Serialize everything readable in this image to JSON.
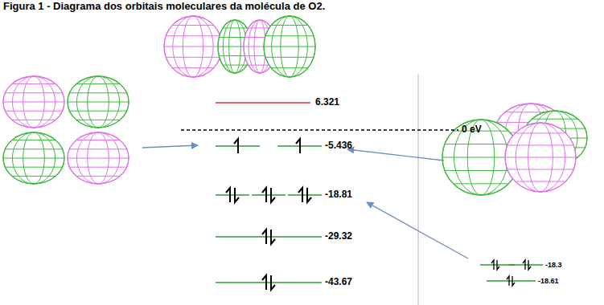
{
  "diagram": {
    "title": "Figura 1 - Diagrama dos orbitais moleculares da molécula de O2.",
    "labels": [
      "6.321",
      "0 eV",
      "-5.436",
      "-18.81",
      "-29.32",
      "-43.67",
      "-18.3",
      "-18.61"
    ]
  }
}
